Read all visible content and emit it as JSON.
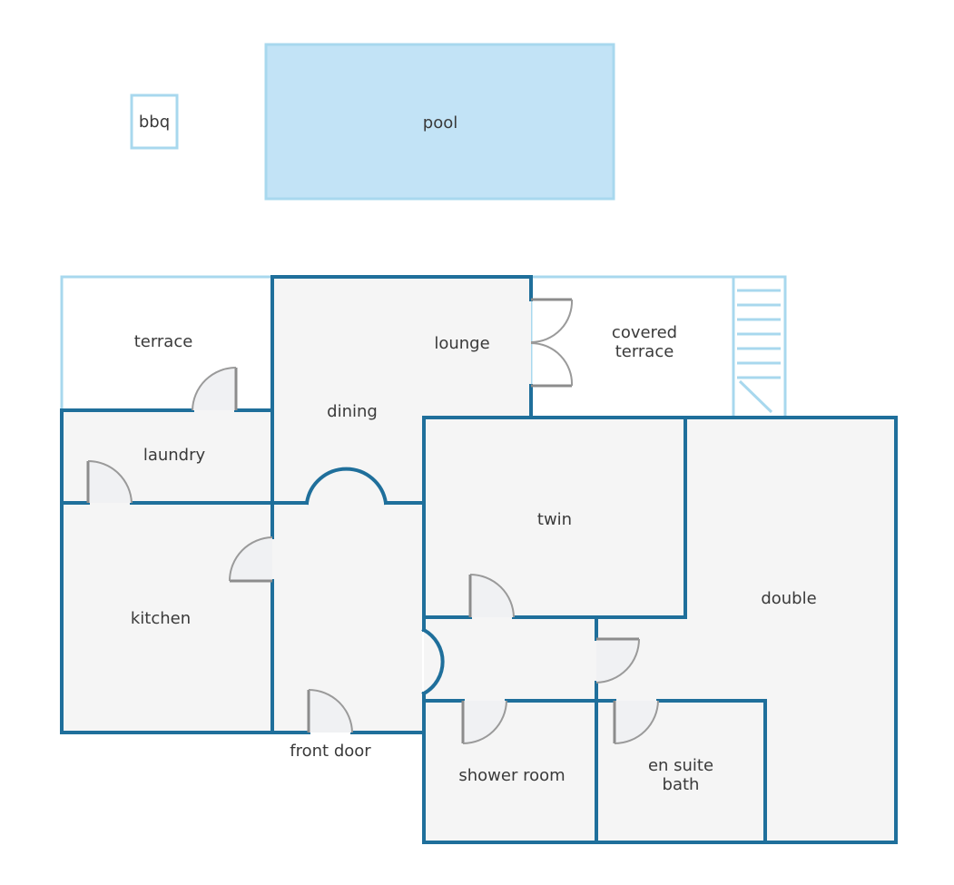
{
  "rooms": {
    "bbq": "bbq",
    "pool": "pool",
    "terrace": "terrace",
    "lounge": "lounge",
    "covered_terrace_line1": "covered",
    "covered_terrace_line2": "terrace",
    "dining": "dining",
    "laundry": "laundry",
    "twin": "twin",
    "kitchen": "kitchen",
    "double": "double",
    "front_door": "front door",
    "shower_room": "shower room",
    "en_suite_line1": "en suite",
    "en_suite_line2": "bath"
  },
  "colors": {
    "wall": "#1f6f9b",
    "light_outline": "#a8d8ee",
    "pool_fill": "#c2e3f6",
    "room_fill": "#f5f5f5",
    "door": "#8c8c8c"
  },
  "icons": {
    "stairs": "stairs-icon",
    "door": "door-swing-icon"
  }
}
